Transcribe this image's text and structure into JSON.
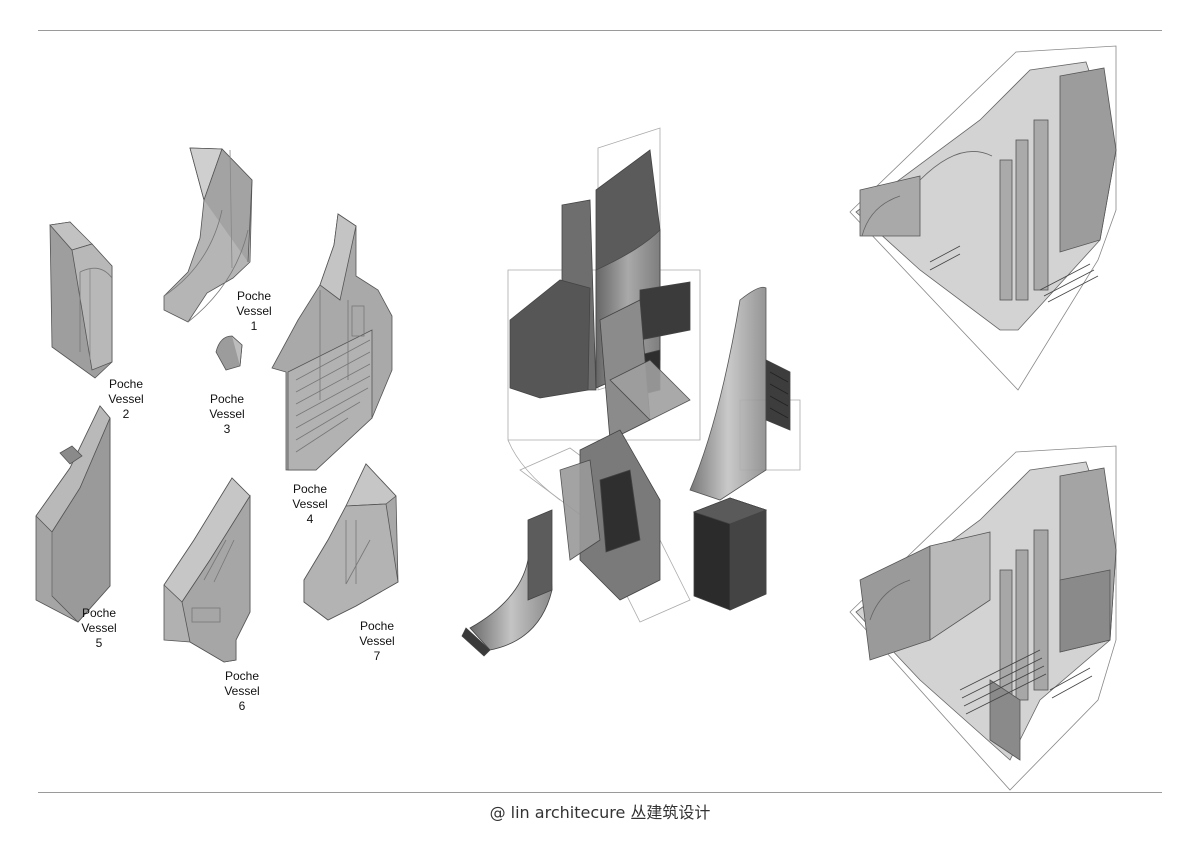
{
  "vessels": [
    {
      "id": 1,
      "lines": [
        "Poche",
        "Vessel",
        "1"
      ]
    },
    {
      "id": 2,
      "lines": [
        "Poche",
        "Vessel",
        "2"
      ]
    },
    {
      "id": 3,
      "lines": [
        "Poche",
        "Vessel",
        "3"
      ]
    },
    {
      "id": 4,
      "lines": [
        "Poche",
        "Vessel",
        "4"
      ]
    },
    {
      "id": 5,
      "lines": [
        "Poche",
        "Vessel",
        "5"
      ]
    },
    {
      "id": 6,
      "lines": [
        "Poche",
        "Vessel",
        "6"
      ]
    },
    {
      "id": 7,
      "lines": [
        "Poche",
        "Vessel",
        "7"
      ]
    }
  ],
  "footer": "@ lin architecure 丛建筑设计",
  "colors": {
    "solid_light": "#b9b9b9",
    "solid_mid": "#8e8e8e",
    "solid_dark": "#4a4a4a",
    "solid_darkest": "#2c2c2c",
    "outline": "#555555",
    "ghost": "#d9d9d9",
    "rule": "#9a9a9a"
  }
}
